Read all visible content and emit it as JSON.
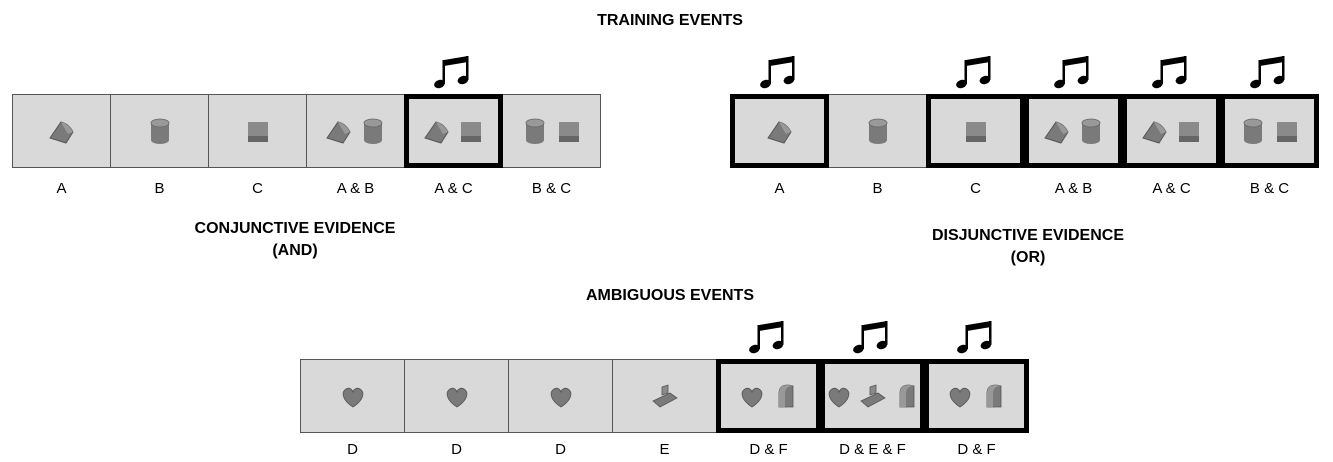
{
  "titles": {
    "training": "TRAINING EVENTS",
    "conjunctive_line1": "CONJUNCTIVE EVIDENCE",
    "conjunctive_line2": "(AND)",
    "disjunctive_line1": "DISJUNCTIVE EVIDENCE",
    "disjunctive_line2": "(OR)",
    "ambiguous": "AMBIGUOUS EVENTS"
  },
  "conjunctive": [
    {
      "label": "A",
      "objects": [
        "wedge"
      ],
      "activated": false
    },
    {
      "label": "B",
      "objects": [
        "cylinder"
      ],
      "activated": false
    },
    {
      "label": "C",
      "objects": [
        "cube"
      ],
      "activated": false
    },
    {
      "label": "A & B",
      "objects": [
        "wedge",
        "cylinder"
      ],
      "activated": false
    },
    {
      "label": "A & C",
      "objects": [
        "wedge",
        "cube"
      ],
      "activated": true
    },
    {
      "label": "B & C",
      "objects": [
        "cylinder",
        "cube"
      ],
      "activated": false
    }
  ],
  "disjunctive": [
    {
      "label": "A",
      "objects": [
        "wedge"
      ],
      "activated": true
    },
    {
      "label": "B",
      "objects": [
        "cylinder"
      ],
      "activated": false
    },
    {
      "label": "C",
      "objects": [
        "cube"
      ],
      "activated": true
    },
    {
      "label": "A & B",
      "objects": [
        "wedge",
        "cylinder"
      ],
      "activated": true
    },
    {
      "label": "A & C",
      "objects": [
        "wedge",
        "cube"
      ],
      "activated": true
    },
    {
      "label": "B & C",
      "objects": [
        "cylinder",
        "cube"
      ],
      "activated": true
    }
  ],
  "ambiguous": [
    {
      "label": "D",
      "objects": [
        "heart"
      ],
      "activated": false
    },
    {
      "label": "D",
      "objects": [
        "heart"
      ],
      "activated": false
    },
    {
      "label": "D",
      "objects": [
        "heart"
      ],
      "activated": false
    },
    {
      "label": "E",
      "objects": [
        "tee"
      ],
      "activated": false
    },
    {
      "label": "D & F",
      "objects": [
        "heart",
        "arch"
      ],
      "activated": true
    },
    {
      "label": "D & E & F",
      "objects": [
        "heart",
        "tee",
        "arch"
      ],
      "activated": true
    },
    {
      "label": "D & F",
      "objects": [
        "heart",
        "arch"
      ],
      "activated": true
    }
  ],
  "icons": {
    "activation": "music-note-icon"
  },
  "colors": {
    "panel": "#d9d9d9",
    "object": "#7a7a7a",
    "highlight_border": "#000000"
  }
}
